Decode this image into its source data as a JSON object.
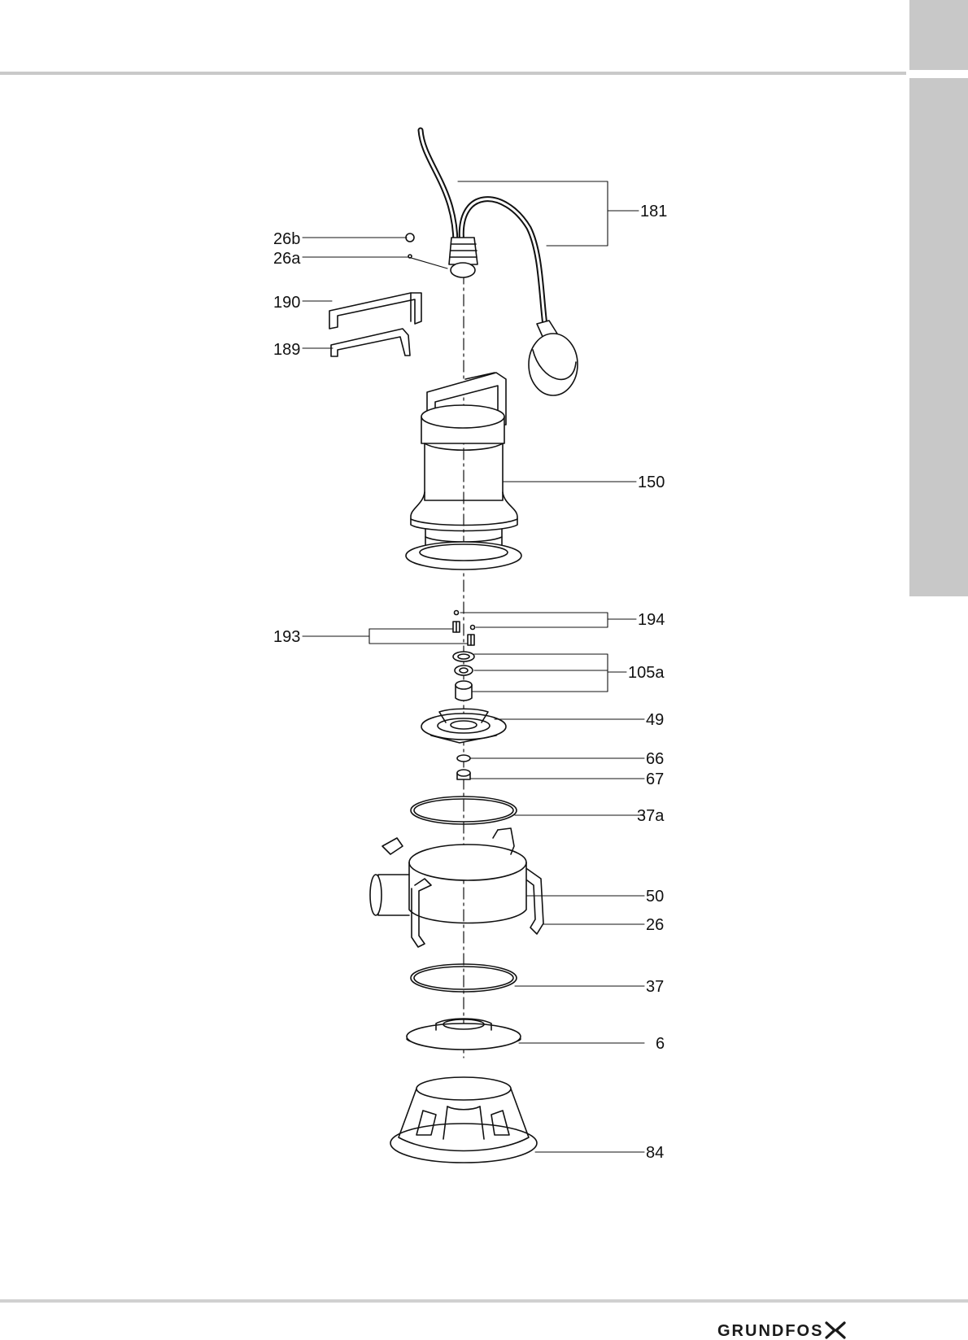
{
  "labels": {
    "l181": "181",
    "l26b": "26b",
    "l26a": "26a",
    "l190": "190",
    "l189": "189",
    "l150": "150",
    "l194": "194",
    "l193": "193",
    "l105a": "105a",
    "l49": "49",
    "l66": "66",
    "l67": "67",
    "l37a": "37a",
    "l50": "50",
    "l26": "26",
    "l37": "37",
    "l6": "6",
    "l84": "84"
  },
  "brand": {
    "name": "GRUNDFOS",
    "mark_icon": "grundfos-x-icon"
  },
  "colors": {
    "rule": "#c9c9c9",
    "tab": "#c8c8c8",
    "ink": "#111111"
  }
}
